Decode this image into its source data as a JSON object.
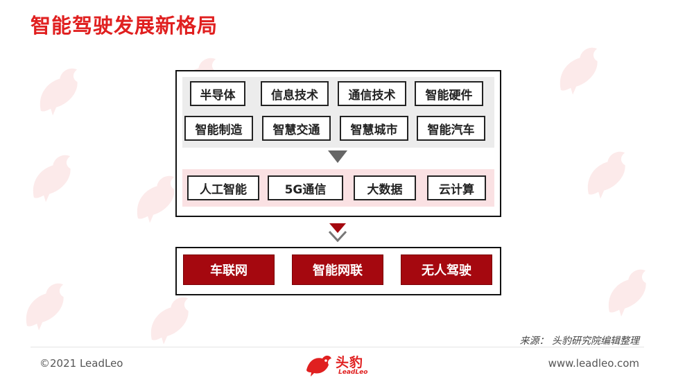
{
  "title": "智能驾驶发展新格局",
  "diagram": {
    "foundation_row1": [
      "半导体",
      "信息技术",
      "通信技术",
      "智能硬件"
    ],
    "foundation_row2": [
      "智能制造",
      "智慧交通",
      "智慧城市",
      "智能汽车"
    ],
    "tech_row": [
      "人工智能",
      "5G通信",
      "大数据",
      "云计算"
    ],
    "outcomes": [
      "车联网",
      "智能网联",
      "无人驾驶"
    ]
  },
  "colors": {
    "title": "#e02020",
    "outcome_fill": "#a5080f",
    "tech_zone": "#fae1e3",
    "foundation_zone": "#ececec"
  },
  "source": "来源：  头豹研究院编辑整理",
  "footer": {
    "copyright": "©2021 LeadLeo",
    "website": "www.leadleo.com",
    "logo_cn": "头豹",
    "logo_en": "LeadLeo"
  }
}
